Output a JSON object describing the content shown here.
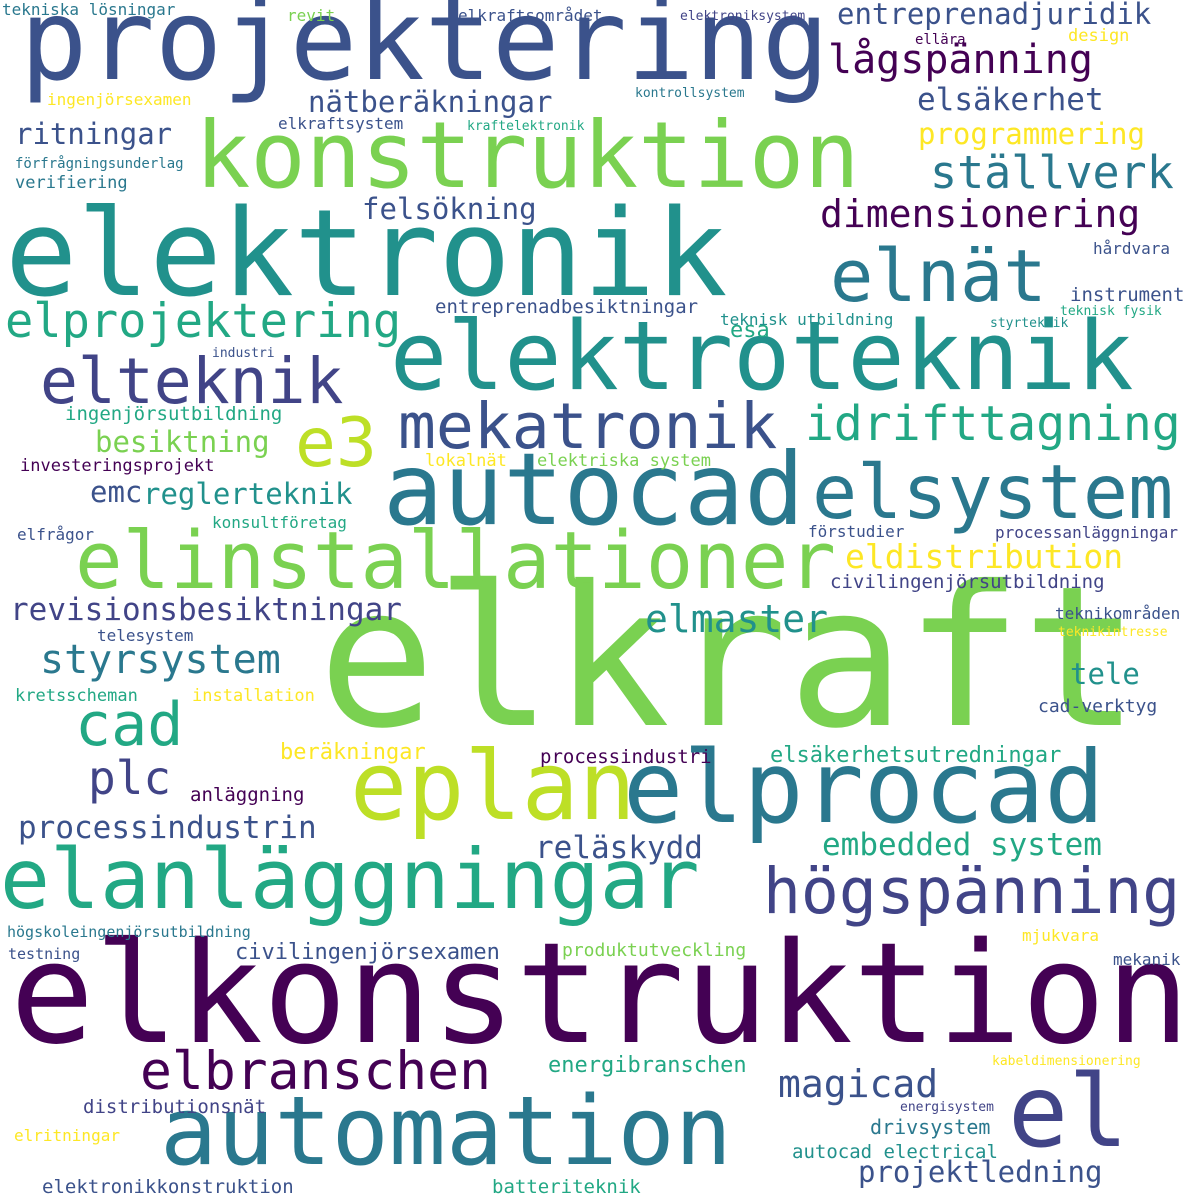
{
  "words": [
    {
      "text": "elkraft",
      "color": "#7ad151"
    },
    {
      "text": "elkonstruktion",
      "color": "#440154"
    },
    {
      "text": "elektronik",
      "color": "#21918c"
    },
    {
      "text": "projektering",
      "color": "#3b528b"
    },
    {
      "text": "konstruktion",
      "color": "#7ad151"
    },
    {
      "text": "elektroteknik",
      "color": "#21918c"
    },
    {
      "text": "automation",
      "color": "#2a788e"
    },
    {
      "text": "autocad",
      "color": "#2a788e"
    },
    {
      "text": "elanläggningar",
      "color": "#22a884"
    },
    {
      "text": "elinstallationer",
      "color": "#7ad151"
    },
    {
      "text": "eplan",
      "color": "#bddf26"
    },
    {
      "text": "elprocad",
      "color": "#2a788e"
    },
    {
      "text": "elsystem",
      "color": "#2a788e"
    },
    {
      "text": "el",
      "color": "#414487"
    },
    {
      "text": "elnät",
      "color": "#2a788e"
    },
    {
      "text": "högspänning",
      "color": "#414487"
    },
    {
      "text": "mekatronik",
      "color": "#3b528b"
    },
    {
      "text": "elteknik",
      "color": "#414487"
    },
    {
      "text": "elbranschen",
      "color": "#440154"
    },
    {
      "text": "idrifttagning",
      "color": "#22a884"
    },
    {
      "text": "elprojektering",
      "color": "#22a884"
    },
    {
      "text": "e3",
      "color": "#bddf26"
    },
    {
      "text": "cad",
      "color": "#22a884"
    },
    {
      "text": "styrsystem",
      "color": "#2a788e"
    },
    {
      "text": "lågspänning",
      "color": "#440154"
    },
    {
      "text": "plc",
      "color": "#414487"
    },
    {
      "text": "magicad",
      "color": "#3b528b"
    },
    {
      "text": "entreprenadjuridik",
      "color": "#3b528b"
    },
    {
      "text": "ställverk",
      "color": "#2a788e"
    },
    {
      "text": "dimensionering",
      "color": "#440154"
    },
    {
      "text": "revisionsbesiktningar",
      "color": "#414487"
    },
    {
      "text": "embedded system",
      "color": "#22a884"
    },
    {
      "text": "processindustrin",
      "color": "#3b528b"
    },
    {
      "text": "elmaster",
      "color": "#21918c"
    },
    {
      "text": "eldistribution",
      "color": "#fde725"
    },
    {
      "text": "reläskydd",
      "color": "#3b528b"
    },
    {
      "text": "elsäkerhet",
      "color": "#3b528b"
    },
    {
      "text": "nätberäkningar",
      "color": "#3b528b"
    },
    {
      "text": "programmering",
      "color": "#fde725"
    },
    {
      "text": "felsökning",
      "color": "#3b528b"
    },
    {
      "text": "projektledning",
      "color": "#3b528b"
    },
    {
      "text": "reglerteknik",
      "color": "#21918c"
    },
    {
      "text": "ritningar",
      "color": "#3b528b"
    },
    {
      "text": "besiktning",
      "color": "#7ad151"
    },
    {
      "text": "emc",
      "color": "#3b528b"
    },
    {
      "text": "tele",
      "color": "#21918c"
    },
    {
      "text": "civilingenjörsexamen",
      "color": "#3b528b"
    },
    {
      "text": "elsäkerhetsutredningar",
      "color": "#22a884"
    },
    {
      "text": "energibranschen",
      "color": "#22a884"
    },
    {
      "text": "beräkningar",
      "color": "#fde725"
    },
    {
      "text": "drivsystem",
      "color": "#2a788e"
    },
    {
      "text": "autocad electrical",
      "color": "#21918c"
    },
    {
      "text": "elektronikkonstruktion",
      "color": "#3b528b"
    },
    {
      "text": "distributionsnät",
      "color": "#414487"
    },
    {
      "text": "batteriteknik",
      "color": "#22a884"
    },
    {
      "text": "processindustri",
      "color": "#440154"
    },
    {
      "text": "anläggning",
      "color": "#440154"
    },
    {
      "text": "instrument",
      "color": "#3b528b"
    },
    {
      "text": "entreprenadbesiktningar",
      "color": "#3b528b"
    },
    {
      "text": "ingenjörsutbildning",
      "color": "#22a884"
    },
    {
      "text": "investeringsprojekt",
      "color": "#440154"
    },
    {
      "text": "lokalnät",
      "color": "#fde725"
    },
    {
      "text": "elektriska system",
      "color": "#7ad151"
    },
    {
      "text": "konsultföretag",
      "color": "#22a884"
    },
    {
      "text": "elfrågor",
      "color": "#3b528b"
    },
    {
      "text": "förstudier",
      "color": "#3b528b"
    },
    {
      "text": "processanläggningar",
      "color": "#414487"
    },
    {
      "text": "civilingenjörsutbildning",
      "color": "#414487"
    },
    {
      "text": "teknikområden",
      "color": "#3b528b"
    },
    {
      "text": "teknikintresse",
      "color": "#fde725"
    },
    {
      "text": "telesystem",
      "color": "#3b528b"
    },
    {
      "text": "kretsscheman",
      "color": "#22a884"
    },
    {
      "text": "installation",
      "color": "#fde725"
    },
    {
      "text": "cad-verktyg",
      "color": "#3b528b"
    },
    {
      "text": "esa",
      "color": "#22a884"
    },
    {
      "text": "teknisk utbildning",
      "color": "#21918c"
    },
    {
      "text": "hårdvara",
      "color": "#3b528b"
    },
    {
      "text": "teknisk fysik",
      "color": "#22a884"
    },
    {
      "text": "styrteknik",
      "color": "#21918c"
    },
    {
      "text": "industri",
      "color": "#3b528b"
    },
    {
      "text": "tekniska lösningar",
      "color": "#2a788e"
    },
    {
      "text": "revit",
      "color": "#7ad151"
    },
    {
      "text": "elkraftsområdet",
      "color": "#3b528b"
    },
    {
      "text": "elektroniksystem",
      "color": "#414487"
    },
    {
      "text": "ellära",
      "color": "#440154"
    },
    {
      "text": "design",
      "color": "#fde725"
    },
    {
      "text": "kontrollsystem",
      "color": "#2a788e"
    },
    {
      "text": "ingenjörsexamen",
      "color": "#fde725"
    },
    {
      "text": "elkraftsystem",
      "color": "#3b528b"
    },
    {
      "text": "kraftelektronik",
      "color": "#22a884"
    },
    {
      "text": "förfrågningsunderlag",
      "color": "#2a788e"
    },
    {
      "text": "verifiering",
      "color": "#2a788e"
    },
    {
      "text": "högskoleingenjörsutbildning",
      "color": "#2a788e"
    },
    {
      "text": "testning",
      "color": "#3b528b"
    },
    {
      "text": "produktutveckling",
      "color": "#7ad151"
    },
    {
      "text": "mjukvara",
      "color": "#fde725"
    },
    {
      "text": "mekanik",
      "color": "#3b528b"
    },
    {
      "text": "kabeldimensionering",
      "color": "#fde725"
    },
    {
      "text": "energisystem",
      "color": "#414487"
    },
    {
      "text": "elritningar",
      "color": "#fde725"
    }
  ]
}
